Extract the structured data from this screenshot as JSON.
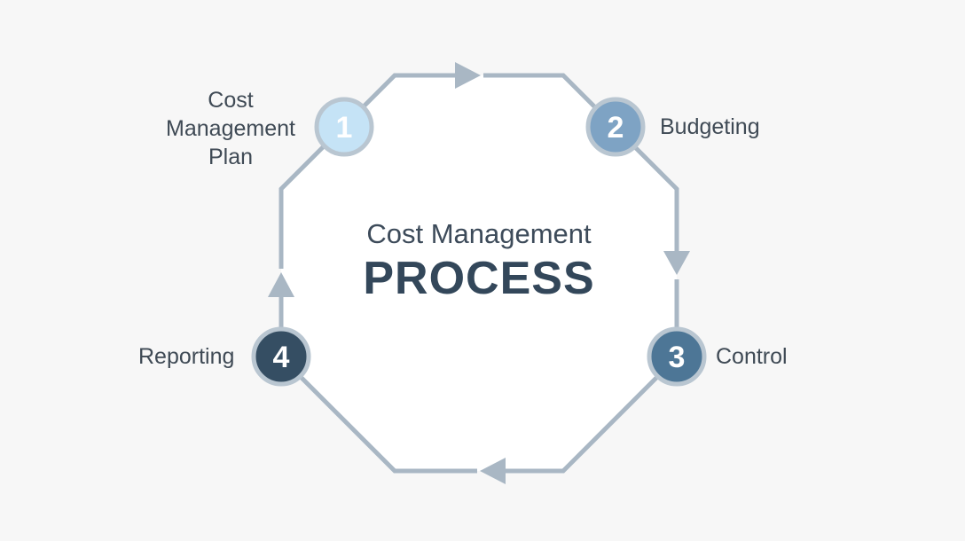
{
  "diagram": {
    "subtitle": "Cost Management",
    "title": "PROCESS",
    "steps": [
      {
        "number": "1",
        "label_lines": [
          "Cost",
          "Management",
          "Plan"
        ],
        "color": "#c5e3f6",
        "text_color": "#ffffff"
      },
      {
        "number": "2",
        "label_lines": [
          "Budgeting"
        ],
        "color": "#7ea3c4",
        "text_color": "#ffffff"
      },
      {
        "number": "3",
        "label_lines": [
          "Control"
        ],
        "color": "#4d7696",
        "text_color": "#ffffff"
      },
      {
        "number": "4",
        "label_lines": [
          "Reporting"
        ],
        "color": "#354e63",
        "text_color": "#ffffff"
      }
    ],
    "colors": {
      "background": "#f7f7f7",
      "octagon_fill": "#ffffff",
      "connector": "#a9b7c4",
      "circle_border": "#b9c6d1"
    }
  }
}
